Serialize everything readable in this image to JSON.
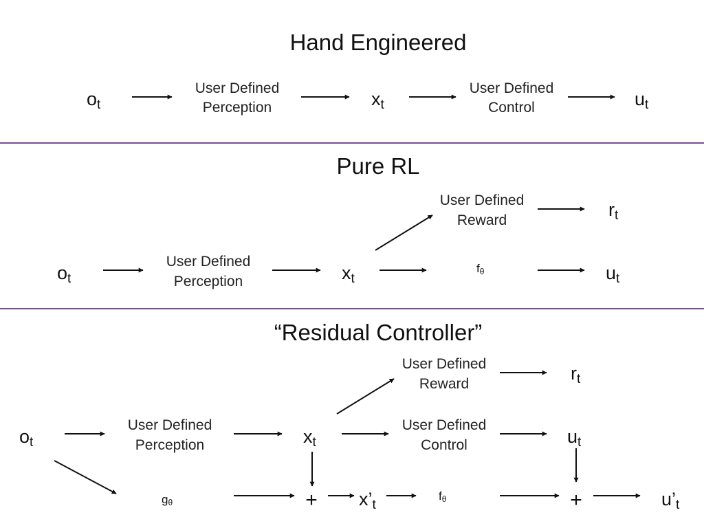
{
  "colors": {
    "divider": "#7b4b94",
    "ink": "#111111"
  },
  "sections": {
    "hand": {
      "title": "Hand Engineered",
      "o": "o",
      "o_sub": "t",
      "perception_1": "User Defined",
      "perception_2": "Perception",
      "x": "x",
      "x_sub": "t",
      "control_1": "User Defined",
      "control_2": "Control",
      "u": "u",
      "u_sub": "t"
    },
    "rl": {
      "title": "Pure RL",
      "o": "o",
      "o_sub": "t",
      "perception_1": "User Defined",
      "perception_2": "Perception",
      "x": "x",
      "x_sub": "t",
      "reward_1": "User Defined",
      "reward_2": "Reward",
      "r": "r",
      "r_sub": "t",
      "f": "f",
      "f_sub": "θ",
      "u": "u",
      "u_sub": "t"
    },
    "residual": {
      "title": "“Residual Controller”",
      "o": "o",
      "o_sub": "t",
      "perception_1": "User Defined",
      "perception_2": "Perception",
      "x": "x",
      "x_sub": "t",
      "reward_1": "User Defined",
      "reward_2": "Reward",
      "r": "r",
      "r_sub": "t",
      "control_1": "User Defined",
      "control_2": "Control",
      "u": "u",
      "u_sub": "t",
      "g": "g",
      "g_sub": "θ",
      "plus_1": "+",
      "xp": "x’",
      "xp_sub": "t",
      "f": "f",
      "f_sub": "θ",
      "plus_2": "+",
      "up": "u’",
      "up_sub": "t"
    }
  }
}
